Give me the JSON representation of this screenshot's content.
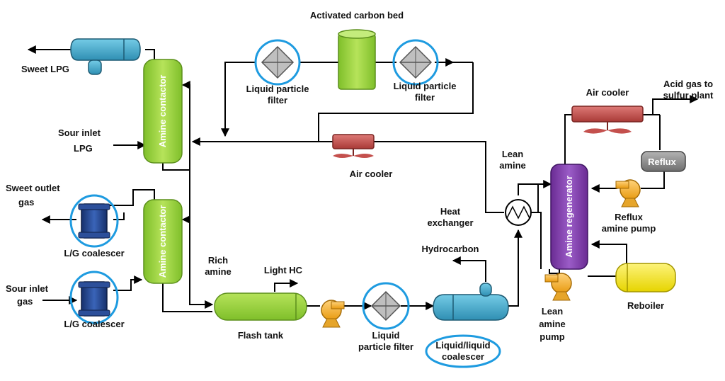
{
  "labels": {
    "activated_carbon_bed": "Activated carbon bed",
    "sweet_lpg": "Sweet LPG",
    "liquid_particle_filter_left_1": "Liquid particle",
    "liquid_particle_filter_left_2": "filter",
    "liquid_particle_filter_right_1": "Liquid particle",
    "liquid_particle_filter_right_2": "filter",
    "amine_contactor_top": "Amine contactor",
    "amine_contactor_bottom": "Amine contactor",
    "sour_inlet_lpg_1": "Sour inlet",
    "sour_inlet_lpg_2": "LPG",
    "air_cooler_mid": "Air cooler",
    "air_cooler_top": "Air cooler",
    "acid_gas_1": "Acid gas to",
    "acid_gas_2": "sulfur plant",
    "reflux": "Reflux",
    "sweet_outlet_gas_1": "Sweet outlet",
    "sweet_outlet_gas_2": "gas",
    "lg_coalescer_top": "L/G coalescer",
    "lg_coalescer_bottom": "L/G coalescer",
    "sour_inlet_gas_1": "Sour inlet",
    "sour_inlet_gas_2": "gas",
    "lean_amine_1": "Lean",
    "lean_amine_2": "amine",
    "amine_regenerator": "Amine regenerator",
    "reflux_amine_pump_1": "Reflux",
    "reflux_amine_pump_2": "amine pump",
    "heat_exchanger_1": "Heat",
    "heat_exchanger_2": "exchanger",
    "hydrocarbon": "Hydrocarbon",
    "rich_amine_1": "Rich",
    "rich_amine_2": "amine",
    "light_hc": "Light HC",
    "flash_tank": "Flash tank",
    "liquid_particle_filter_bottom_1": "Liquid",
    "liquid_particle_filter_bottom_2": "particle filter",
    "liquid_liquid_coalescer_1": "Liquid/liquid",
    "liquid_liquid_coalescer_2": "coalescer",
    "lean_amine_pump_1": "Lean",
    "lean_amine_pump_2": "amine",
    "lean_amine_pump_3": "pump",
    "reboiler": "Reboiler"
  },
  "colors": {
    "contactor_green": "#99d143",
    "vessel_blue": "#3fa9c9",
    "cooler_red": "#c4504d",
    "regenerator_purple": "#7b3aa6",
    "reboiler_yellow": "#f7e81c",
    "pump_orange": "#f5a623",
    "coalescer_navy": "#1f3f8a",
    "reflux_gray": "#8a8a8a",
    "highlight_blue": "#1e9be0"
  }
}
